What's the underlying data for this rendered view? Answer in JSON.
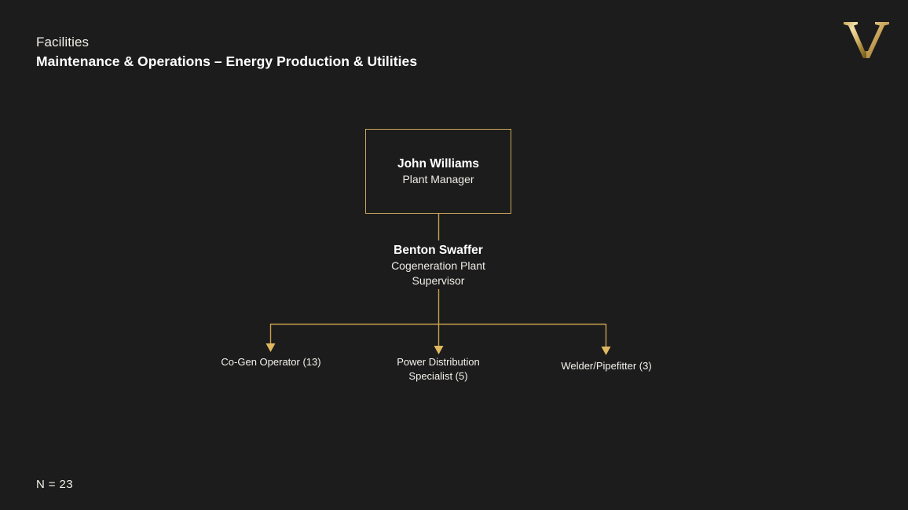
{
  "header": {
    "department": "Facilities",
    "title": "Maintenance & Operations – Energy Production & Utilities"
  },
  "logo": {
    "name": "vanderbilt-v-logo",
    "letter": "V",
    "gradient_start": "#d9bd73",
    "gradient_mid": "#f0dda4",
    "gradient_end": "#8a6b27"
  },
  "colors": {
    "background": "#1c1c1c",
    "accent": "#c9a55c",
    "connector": "#c79f4f",
    "text_primary": "#ffffff",
    "text_secondary": "#f0ede8"
  },
  "chart_data": {
    "type": "diagram",
    "title": "Maintenance & Operations – Energy Production & Utilities",
    "total_label": "N = 23",
    "total": 23,
    "nodes": [
      {
        "id": "root",
        "name": "John Williams",
        "title": "Plant Manager",
        "boxed": true,
        "level": 0
      },
      {
        "id": "supervisor",
        "name": "Benton Swaffer",
        "title_line1": "Cogeneration Plant",
        "title_line2": "Supervisor",
        "boxed": false,
        "level": 1
      }
    ],
    "leaves": [
      {
        "id": "leaf-0",
        "label_line1": "Co-Gen Operator (13)",
        "label_line2": "",
        "count": 13
      },
      {
        "id": "leaf-1",
        "label_line1": "Power Distribution",
        "label_line2": "Specialist (5)",
        "count": 5
      },
      {
        "id": "leaf-2",
        "label_line1": "Welder/Pipefitter (3)",
        "label_line2": "",
        "count": 3
      }
    ]
  },
  "footer": {
    "n_label": "N = 23"
  }
}
